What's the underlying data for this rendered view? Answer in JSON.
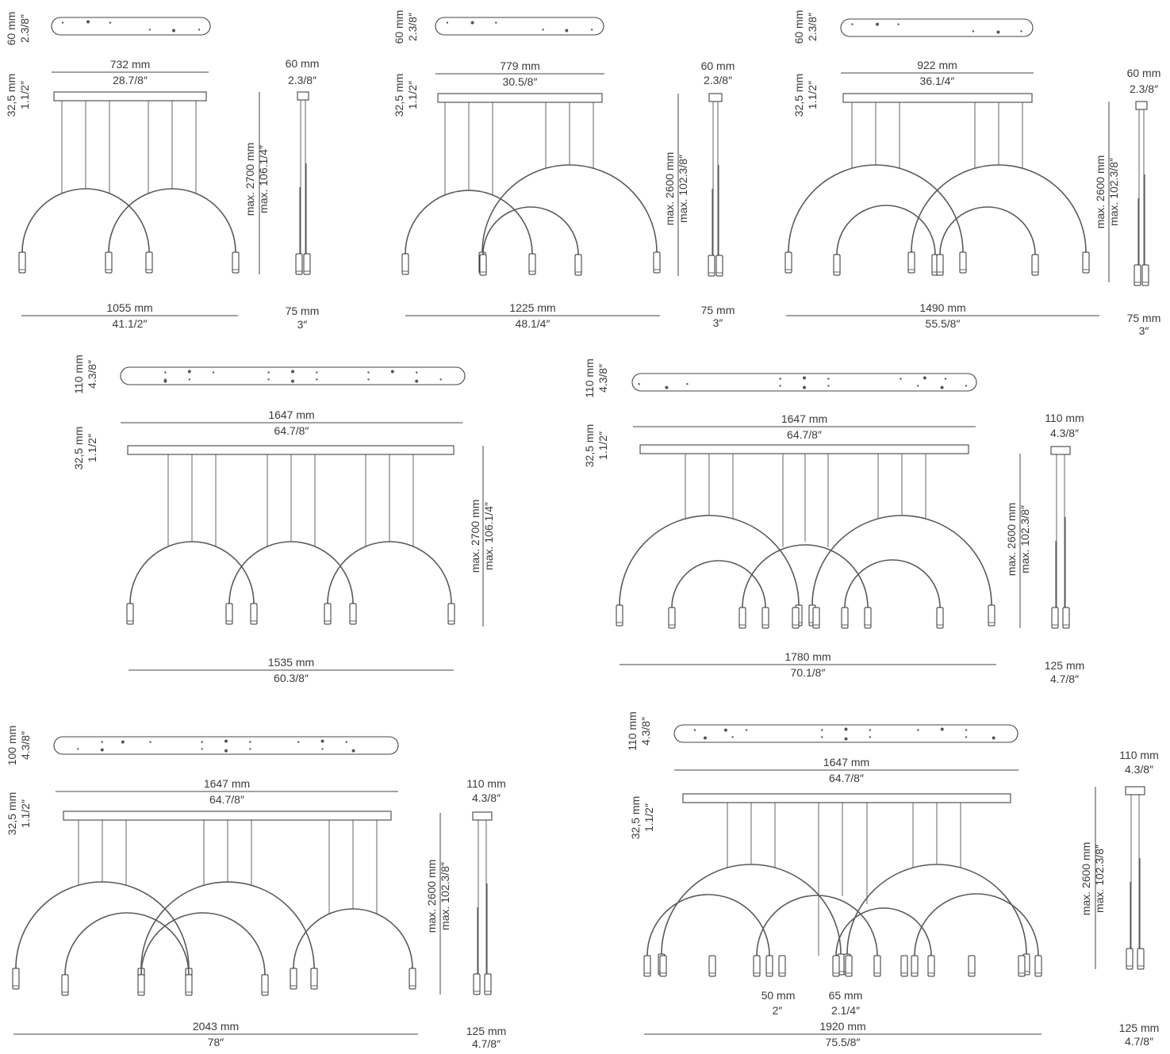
{
  "diagrams": [
    {
      "id": "A",
      "top_view": {
        "mm": "60 mm",
        "in": "2.3/8″"
      },
      "canopy_width": {
        "mm": "732 mm",
        "in": "28.7/8″"
      },
      "canopy_height": {
        "mm": "32,5 mm",
        "in": "1.1/2″"
      },
      "drop": {
        "mm": "max. 2700 mm",
        "in": "max. 106.1/4″"
      },
      "total_width": {
        "mm": "1055 mm",
        "in": "41.1/2″"
      },
      "side_canopy": {
        "mm": "60 mm",
        "in": "2.3/8″"
      },
      "side_base": {
        "mm": "75 mm",
        "in": "3″"
      }
    },
    {
      "id": "B",
      "top_view": {
        "mm": "60 mm",
        "in": "2.3/8″"
      },
      "canopy_width": {
        "mm": "779 mm",
        "in": "30.5/8″"
      },
      "canopy_height": {
        "mm": "32,5 mm",
        "in": "1.1/2″"
      },
      "drop": {
        "mm": "max. 2600 mm",
        "in": "max. 102.3/8″"
      },
      "total_width": {
        "mm": "1225 mm",
        "in": "48.1/4″"
      },
      "side_canopy": {
        "mm": "60 mm",
        "in": "2.3/8″"
      },
      "side_base": {
        "mm": "75 mm",
        "in": "3″"
      }
    },
    {
      "id": "C",
      "top_view": {
        "mm": "60 mm",
        "in": "2.3/8″"
      },
      "canopy_width": {
        "mm": "922 mm",
        "in": "36.1/4″"
      },
      "canopy_height": {
        "mm": "32,5 mm",
        "in": "1.1/2″"
      },
      "drop": {
        "mm": "max. 2600 mm",
        "in": "max. 102.3/8″"
      },
      "total_width": {
        "mm": "1490 mm",
        "in": "55.5/8″"
      },
      "side_canopy": {
        "mm": "60 mm",
        "in": "2.3/8″"
      },
      "side_base": {
        "mm": "75 mm",
        "in": "3″"
      }
    },
    {
      "id": "D",
      "top_view": {
        "mm": "110 mm",
        "in": "4.3/8″"
      },
      "canopy_width": {
        "mm": "1647 mm",
        "in": "64.7/8″"
      },
      "canopy_height": {
        "mm": "32,5 mm",
        "in": "1.1/2″"
      },
      "drop": {
        "mm": "max. 2700 mm",
        "in": "max. 106.1/4″"
      },
      "total_width": {
        "mm": "1535 mm",
        "in": "60.3/8″"
      }
    },
    {
      "id": "E",
      "top_view": {
        "mm": "110 mm",
        "in": "4.3/8″"
      },
      "canopy_width": {
        "mm": "1647 mm",
        "in": "64.7/8″"
      },
      "canopy_height": {
        "mm": "32,5 mm",
        "in": "1.1/2″"
      },
      "drop": {
        "mm": "max. 2600 mm",
        "in": "max. 102.3/8″"
      },
      "total_width": {
        "mm": "1780 mm",
        "in": "70.1/8″"
      },
      "side_canopy": {
        "mm": "110 mm",
        "in": "4.3/8″"
      },
      "side_base": {
        "mm": "125 mm",
        "in": "4.7/8″"
      }
    },
    {
      "id": "F",
      "top_view": {
        "mm": "100 mm",
        "in": "4.3/8″"
      },
      "canopy_width": {
        "mm": "1647 mm",
        "in": "64.7/8″"
      },
      "canopy_height": {
        "mm": "32,5 mm",
        "in": "1.1/2″"
      },
      "drop": {
        "mm": "max. 2600 mm",
        "in": "max. 102.3/8″"
      },
      "total_width": {
        "mm": "2043 mm",
        "in": "78″"
      },
      "side_canopy": {
        "mm": "110 mm",
        "in": "4.3/8″"
      },
      "side_base": {
        "mm": "125 mm",
        "in": "4.7/8″"
      }
    },
    {
      "id": "G",
      "top_view": {
        "mm": "110 mm",
        "in": "4.3/8″"
      },
      "canopy_width": {
        "mm": "1647 mm",
        "in": "64.7/8″"
      },
      "canopy_height": {
        "mm": "32,5 mm",
        "in": "1.1/2″"
      },
      "drop": {
        "mm": "max. 2600 mm",
        "in": "max. 102.3/8″"
      },
      "total_width": {
        "mm": "1920 mm",
        "in": "75.5/8″"
      },
      "side_canopy": {
        "mm": "110 mm",
        "in": "4.3/8″"
      },
      "side_base": {
        "mm": "125 mm",
        "in": "4.7/8″"
      },
      "gap_small": {
        "mm": "50 mm",
        "in": "2″"
      },
      "gap_large": {
        "mm": "65 mm",
        "in": "2.1/4″"
      }
    }
  ]
}
